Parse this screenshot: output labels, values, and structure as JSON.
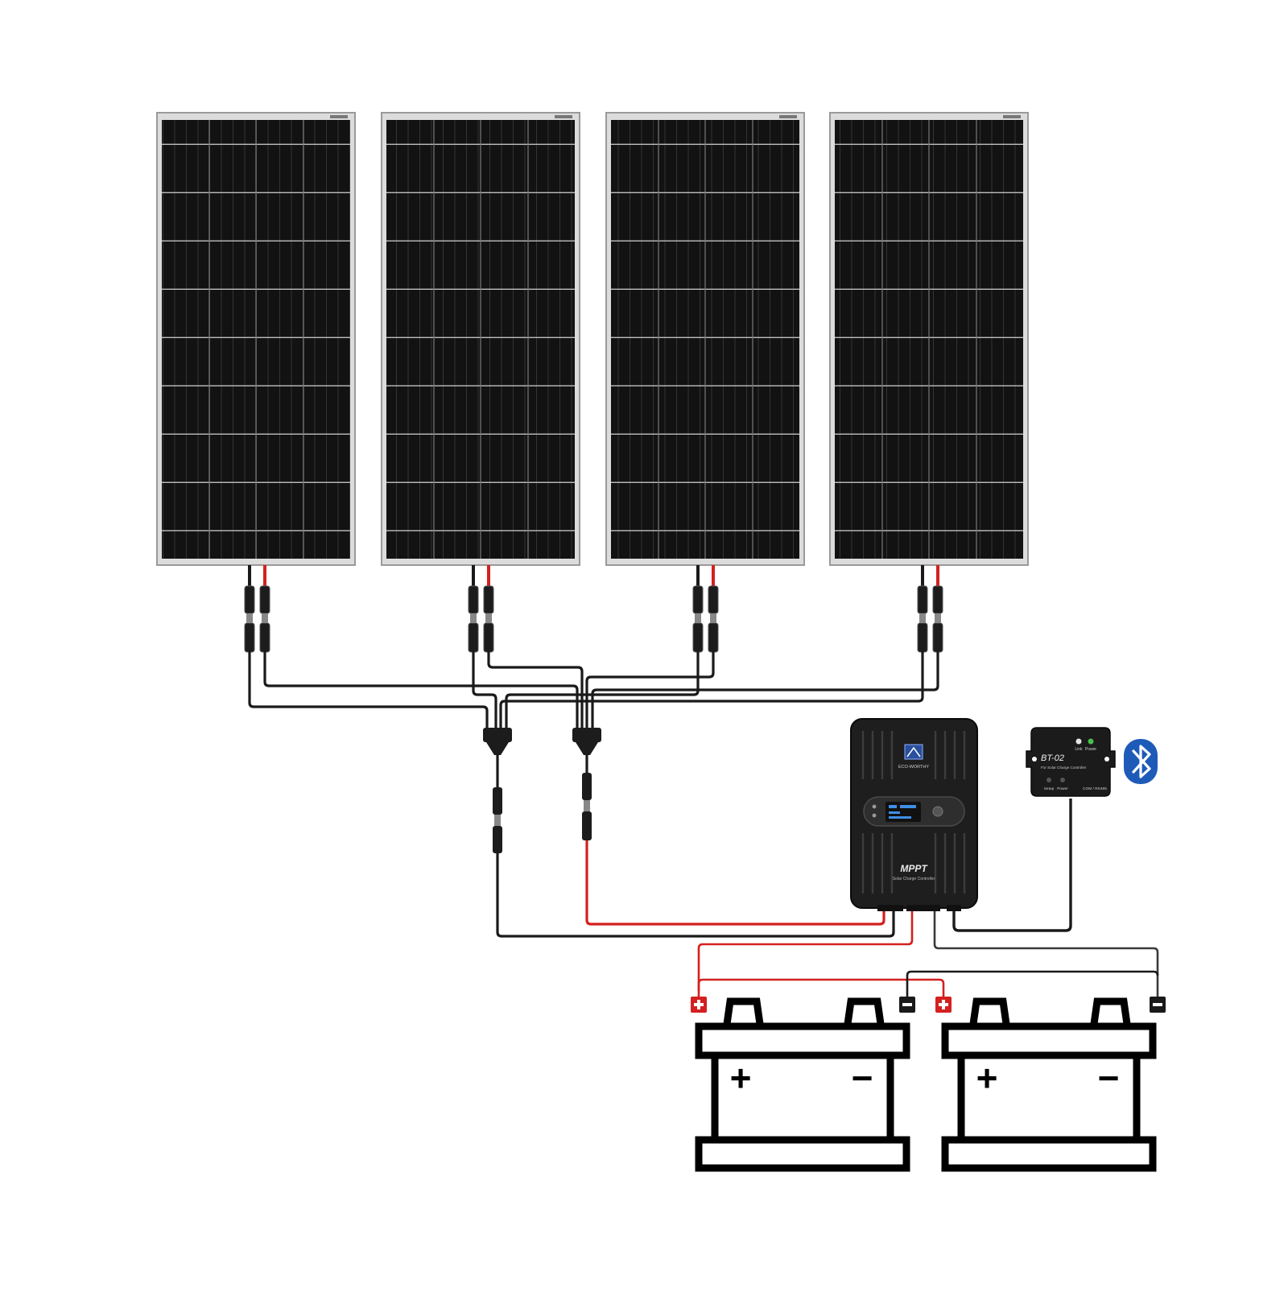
{
  "diagram": {
    "panel_count": 4,
    "battery_count": 2,
    "controller": {
      "brand": "ECO-WORTHY",
      "type_label": "MPPT",
      "subtitle": "Solar Charge Controller"
    },
    "bluetooth_module": {
      "model": "BT-02",
      "subtitle": "For Solar Charge Controller",
      "led_labels": [
        "Link",
        "Power"
      ],
      "button_labels": [
        "Setup",
        "Power"
      ],
      "port_label": "COM / RS485"
    },
    "symbols": {
      "plus": "+",
      "minus": "−"
    },
    "colors": {
      "positive_wire": "#d42020",
      "negative_wire": "#1a1a1a",
      "bluetooth": "#1e5bb8"
    }
  }
}
